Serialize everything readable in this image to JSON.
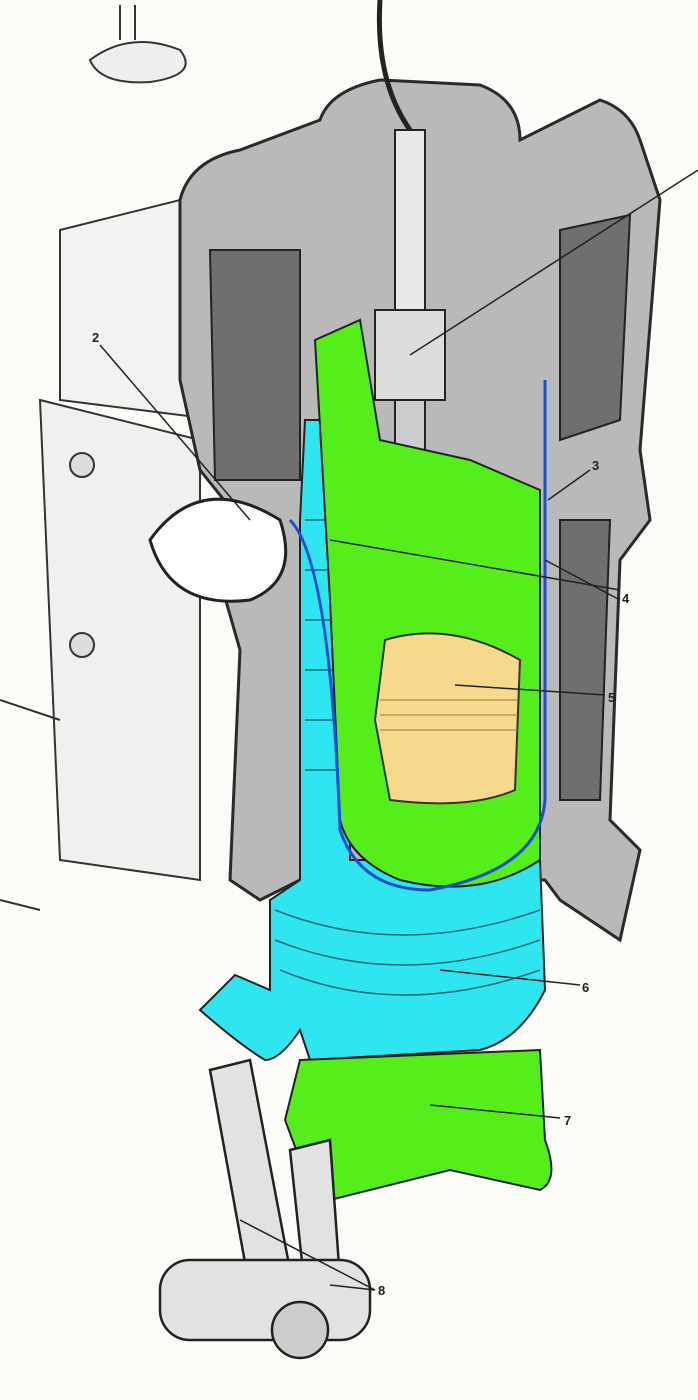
{
  "figure": {
    "labels": [
      {
        "id": "2",
        "text": "2"
      },
      {
        "id": "3",
        "text": "3"
      },
      {
        "id": "4",
        "text": "4"
      },
      {
        "id": "5",
        "text": "5"
      },
      {
        "id": "6",
        "text": "6"
      },
      {
        "id": "7",
        "text": "7"
      },
      {
        "id": "8",
        "text": "8"
      }
    ],
    "colors": {
      "block": "#b9b9b9",
      "block_dark": "#6f6f6f",
      "liner": "#55ee1a",
      "water_jacket": "#2fe6f0",
      "piston": "#f6d98c",
      "outline": "#2a2a2a",
      "blue_line": "#1a4fd0"
    }
  }
}
